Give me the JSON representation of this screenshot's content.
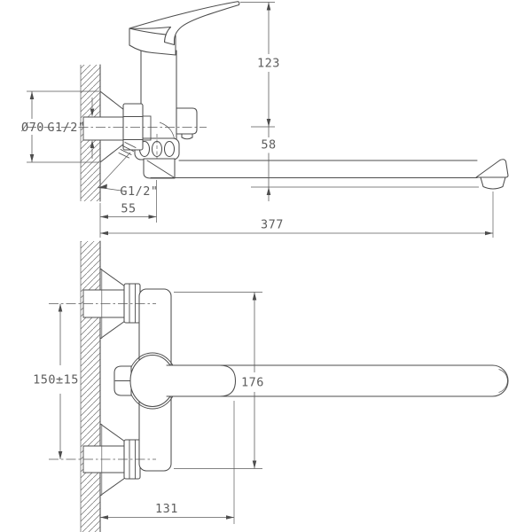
{
  "drawing": {
    "background": "#ffffff",
    "line_color": "#4d4d4d",
    "dimension_text_color": "#5d5d5d",
    "side_view": {
      "dims": {
        "handle_height": "123",
        "spout_drop": "58",
        "flange_diameter": "Ø70",
        "wall_thread": "G1/2\"",
        "shower_thread": "G1/2\"",
        "wall_to_body_axis": "55",
        "spout_reach": "377"
      }
    },
    "plan_view": {
      "dims": {
        "mount_spacing": "150±15",
        "overall_length": "176",
        "wall_to_handle": "131"
      }
    }
  }
}
